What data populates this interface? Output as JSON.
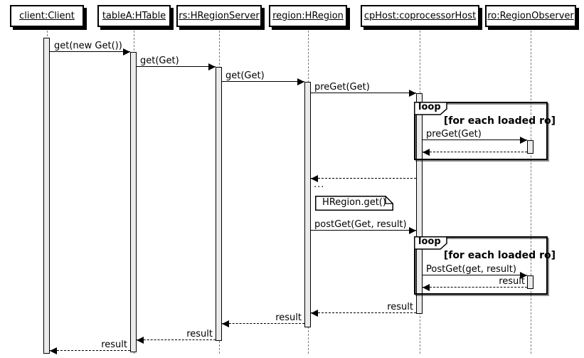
{
  "participants": [
    {
      "id": "client",
      "label": "client:Client"
    },
    {
      "id": "tableA",
      "label": "tableA:HTable"
    },
    {
      "id": "rs",
      "label": "rs:HRegionServer"
    },
    {
      "id": "region",
      "label": "region:HRegion"
    },
    {
      "id": "cpHost",
      "label": "cpHost:coprocessorHost"
    },
    {
      "id": "ro",
      "label": "ro:RegionObserver"
    }
  ],
  "messages": [
    {
      "from": "client",
      "to": "tableA",
      "style": "solid",
      "label": "get(new Get())"
    },
    {
      "from": "tableA",
      "to": "rs",
      "style": "solid",
      "label": "get(Get)"
    },
    {
      "from": "rs",
      "to": "region",
      "style": "solid",
      "label": "get(Get)"
    },
    {
      "from": "region",
      "to": "cpHost",
      "style": "solid",
      "label": "preGet(Get)"
    },
    {
      "from": "cpHost",
      "to": "ro",
      "style": "solid",
      "label": "preGet(Get)"
    },
    {
      "from": "ro",
      "to": "cpHost",
      "style": "dashed",
      "label": ""
    },
    {
      "from": "cpHost",
      "to": "region",
      "style": "dashed",
      "label": ""
    },
    {
      "from": "region",
      "to": "cpHost",
      "style": "solid",
      "label": "postGet(Get, result)"
    },
    {
      "from": "cpHost",
      "to": "ro",
      "style": "dashed",
      "label": "PostGet(get, result)"
    },
    {
      "from": "ro",
      "to": "cpHost",
      "style": "dashed",
      "label": "result"
    },
    {
      "from": "cpHost",
      "to": "region",
      "style": "dashed",
      "label": "result"
    },
    {
      "from": "region",
      "to": "rs",
      "style": "dashed",
      "label": "result"
    },
    {
      "from": "rs",
      "to": "tableA",
      "style": "dashed",
      "label": "result"
    },
    {
      "from": "tableA",
      "to": "client",
      "style": "dashed",
      "label": "result"
    }
  ],
  "fragments": [
    {
      "operator": "loop",
      "condition": "[for each loaded ro]"
    },
    {
      "operator": "loop",
      "condition": "[for each loaded ro]"
    }
  ],
  "note": {
    "text": "HRegion.get()"
  },
  "ellipsis": "...",
  "colors": {
    "background": "#FFFFFF",
    "activation_fill": "#EBEBEB",
    "border": "#000000",
    "lifeline": "#7A7A7A",
    "shadow": "#000000"
  }
}
